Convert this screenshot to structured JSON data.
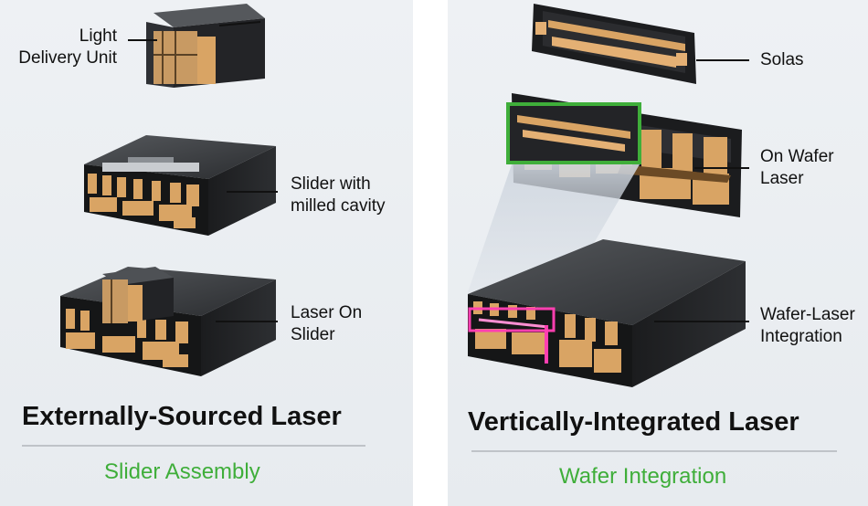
{
  "left": {
    "heading": "Externally-Sourced Laser",
    "subheading": "Slider Assembly",
    "labels": {
      "light_delivery": "Light\nDelivery Unit",
      "slider_cavity": "Slider with\nmilled cavity",
      "laser_on_slider": "Laser On\nSlider"
    }
  },
  "right": {
    "heading": "Vertically-Integrated Laser",
    "subheading": "Wafer Integration",
    "labels": {
      "solas": "Solas",
      "on_wafer_laser": "On Wafer\nLaser",
      "wafer_laser_integration": "Wafer-Laser\nIntegration"
    }
  },
  "colors": {
    "accent_green": "#3fae3a",
    "copper": "#d9a464",
    "block_dark": "#1e2023",
    "laser_pink": "#ff3fb0"
  }
}
